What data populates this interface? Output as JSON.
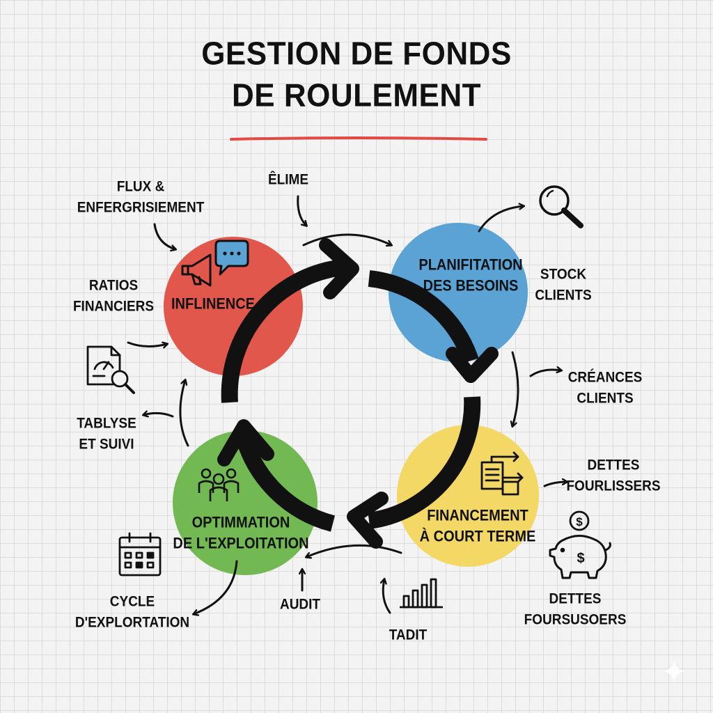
{
  "title": {
    "line1": "GESTION DE FONDS",
    "line2": "DE ROULEMENT"
  },
  "colors": {
    "red": "#e1574c",
    "blue": "#5ba2d5",
    "yellow": "#f4d866",
    "green": "#72b853",
    "accent_underline": "#e24a43",
    "ink": "#111111"
  },
  "stages": {
    "influence": "INFLINENCE",
    "planning": {
      "line1": "PLANIFITATION",
      "line2": "DES BESOINS"
    },
    "financing": {
      "line1": "FINANCEMENT",
      "line2": "À COURT TERME"
    },
    "optimization": {
      "line1": "OPTIMMATION",
      "line2": "DE L'EXPLOITATION"
    }
  },
  "labels": {
    "flux": {
      "line1": "FLUX &",
      "line2": "ENFERGRISIEMENT"
    },
    "blime": "ÊLIME",
    "ratios": {
      "line1": "RATIOS",
      "line2": "FINANCIERS"
    },
    "tablyse": {
      "line1": "TABLYSE",
      "line2": "ET SUIVI"
    },
    "stock": {
      "line1": "STOCK",
      "line2": "CLIENTS"
    },
    "creances": {
      "line1": "CRÉANCES",
      "line2": "CLIENTS"
    },
    "dettes1": {
      "line1": "DETTES",
      "line2": "FOURLISSERS"
    },
    "dettes2": {
      "line1": "DETTES",
      "line2": "FOURSUSOERS"
    },
    "cycle": {
      "line1": "CYCLE",
      "line2": "D'EXPLORTATION"
    },
    "audit": "AUDIT",
    "tadit": "TADIT"
  },
  "icons": [
    "megaphone-icon",
    "chat-bubble-icon",
    "magnifier-icon",
    "report-search-icon",
    "transfer-icon",
    "piggy-bank-icon",
    "dollar-coin-icon",
    "people-group-icon",
    "calendar-icon",
    "bar-chart-icon",
    "sparkle-icon"
  ]
}
